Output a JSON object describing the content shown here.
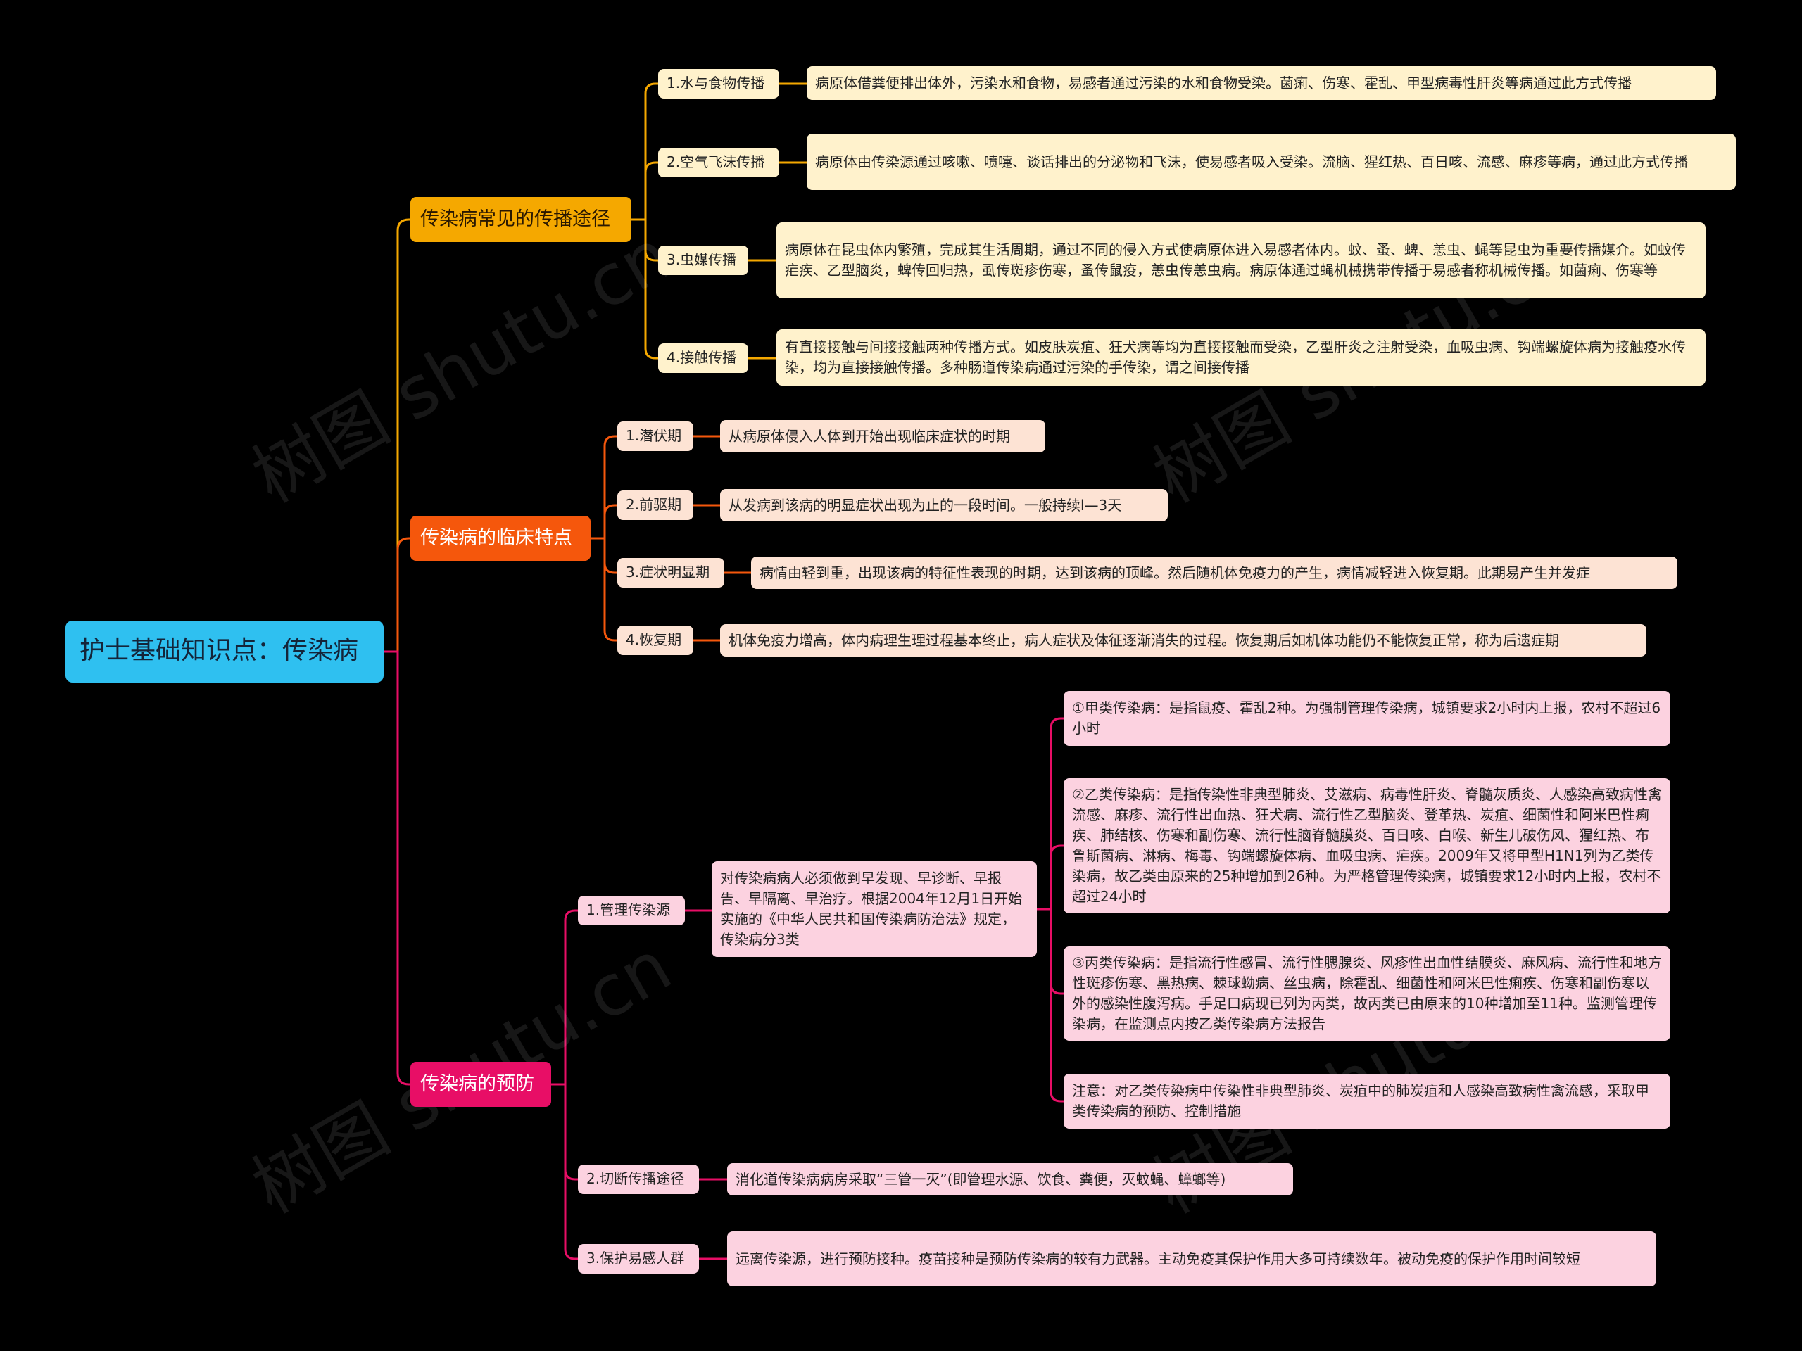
{
  "root": "护士基础知识点：传染病",
  "colors": {
    "branch1": "#f5a800",
    "branch2": "#f5570c",
    "branch3": "#e80e66",
    "root": "#2fc0f0"
  },
  "branch1": {
    "label": "传染病常见的传播途径",
    "items": [
      {
        "label": "1.水与食物传播",
        "text": "病原体借粪便排出体外，污染水和食物，易感者通过污染的水和食物受染。菌痢、伤寒、霍乱、甲型病毒性肝炎等病通过此方式传播"
      },
      {
        "label": "2.空气飞沫传播",
        "text": "病原体由传染源通过咳嗽、喷嚏、谈话排出的分泌物和飞沫，使易感者吸入受染。流脑、猩红热、百日咳、流感、麻疹等病，通过此方式传播"
      },
      {
        "label": "3.虫媒传播",
        "text": "病原体在昆虫体内繁殖，完成其生活周期，通过不同的侵入方式使病原体进入易感者体内。蚊、蚤、蜱、恙虫、蝇等昆虫为重要传播媒介。如蚊传疟疾、乙型脑炎，蜱传回归热，虱传斑疹伤寒，蚤传鼠疫，恙虫传恙虫病。病原体通过蝇机械携带传播于易感者称机械传播。如菌痢、伤寒等"
      },
      {
        "label": "4.接触传播",
        "text": "有直接接触与间接接触两种传播方式。如皮肤炭疽、狂犬病等均为直接接触而受染，乙型肝炎之注射受染，血吸虫病、钩端螺旋体病为接触疫水传染，均为直接接触传播。多种肠道传染病通过污染的手传染，谓之间接传播"
      }
    ]
  },
  "branch2": {
    "label": "传染病的临床特点",
    "items": [
      {
        "label": "1.潜伏期",
        "text": "从病原体侵入人体到开始出现临床症状的时期"
      },
      {
        "label": "2.前驱期",
        "text": "从发病到该病的明显症状出现为止的一段时间。一般持续l—3天"
      },
      {
        "label": "3.症状明显期",
        "text": "病情由轻到重，出现该病的特征性表现的时期，达到该病的顶峰。然后随机体免疫力的产生，病情减轻进入恢复期。此期易产生并发症"
      },
      {
        "label": "4.恢复期",
        "text": "机体免疫力增高，体内病理生理过程基本终止，病人症状及体征逐渐消失的过程。恢复期后如机体功能仍不能恢复正常，称为后遗症期"
      }
    ]
  },
  "branch3": {
    "label": "传染病的预防",
    "item1": {
      "label": "1.管理传染源",
      "text": "对传染病病人必须做到早发现、早诊断、早报告、早隔离、早治疗。根据2004年12月1日开始实施的《中华人民共和国传染病防治法》规定，传染病分3类",
      "children": [
        "①甲类传染病：是指鼠疫、霍乱2种。为强制管理传染病，城镇要求2小时内上报，农村不超过6小时",
        "②乙类传染病：是指传染性非典型肺炎、艾滋病、病毒性肝炎、脊髓灰质炎、人感染高致病性禽流感、麻疹、流行性出血热、狂犬病、流行性乙型脑炎、登革热、炭疽、细菌性和阿米巴性痢疾、肺结核、伤寒和副伤寒、流行性脑脊髓膜炎、百日咳、白喉、新生儿破伤风、猩红热、布鲁斯菌病、淋病、梅毒、钩端螺旋体病、血吸虫病、疟疾。2009年又将甲型H1N1列为乙类传染病，故乙类由原来的25种增加到26种。为严格管理传染病，城镇要求12小时内上报，农村不超过24小时",
        "③丙类传染病：是指流行性感冒、流行性腮腺炎、风疹性出血性结膜炎、麻风病、流行性和地方性斑疹伤寒、黑热病、棘球蚴病、丝虫病，除霍乱、细菌性和阿米巴性痢疾、伤寒和副伤寒以外的感染性腹泻病。手足口病现已列为丙类，故丙类已由原来的10种增加至11种。监测管理传染病，在监测点内按乙类传染病方法报告",
        "注意：对乙类传染病中传染性非典型肺炎、炭疽中的肺炭疽和人感染高致病性禽流感，采取甲类传染病的预防、控制措施"
      ]
    },
    "item2": {
      "label": "2.切断传播途径",
      "text": "消化道传染病病房采取“三管一灭”(即管理水源、饮食、粪便，灭蚊蝇、蟑螂等)"
    },
    "item3": {
      "label": "3.保护易感人群",
      "text": "远离传染源，进行预防接种。疫苗接种是预防传染病的较有力武器。主动免疫其保护作用大多可持续数年。被动免疫的保护作用时间较短"
    }
  },
  "watermark": "树图 shutu.cn"
}
